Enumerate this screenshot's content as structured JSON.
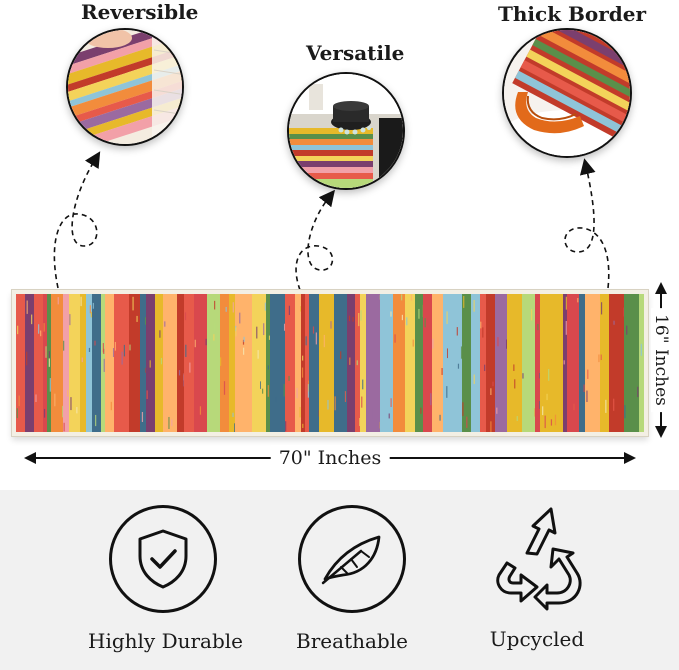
{
  "features": [
    {
      "title": "Reversible"
    },
    {
      "title": "Versatile"
    },
    {
      "title": "Thick Border"
    }
  ],
  "dimensions": {
    "width_label": "70\" Inches",
    "height_label": "16\" Inches"
  },
  "badges": [
    {
      "label": "Highly Durable",
      "icon": "shield-check-icon"
    },
    {
      "label": "Breathable",
      "icon": "feather-icon"
    },
    {
      "label": "Upcycled",
      "icon": "recycle-arrows-icon"
    }
  ],
  "colors": {
    "stripe_palette": [
      "#e7b92a",
      "#f28c3c",
      "#c23b2a",
      "#7b3f6e",
      "#8fc4d8",
      "#f2a0a8",
      "#5a8f4a",
      "#f3d35a",
      "#e75a4a",
      "#b7d97a",
      "#9b6aa0",
      "#3f6d8a",
      "#f6e7b0",
      "#d9484d",
      "#ffb36b"
    ],
    "border_orange": "#e26a1a",
    "bottom_band": "#f1f1f1"
  }
}
